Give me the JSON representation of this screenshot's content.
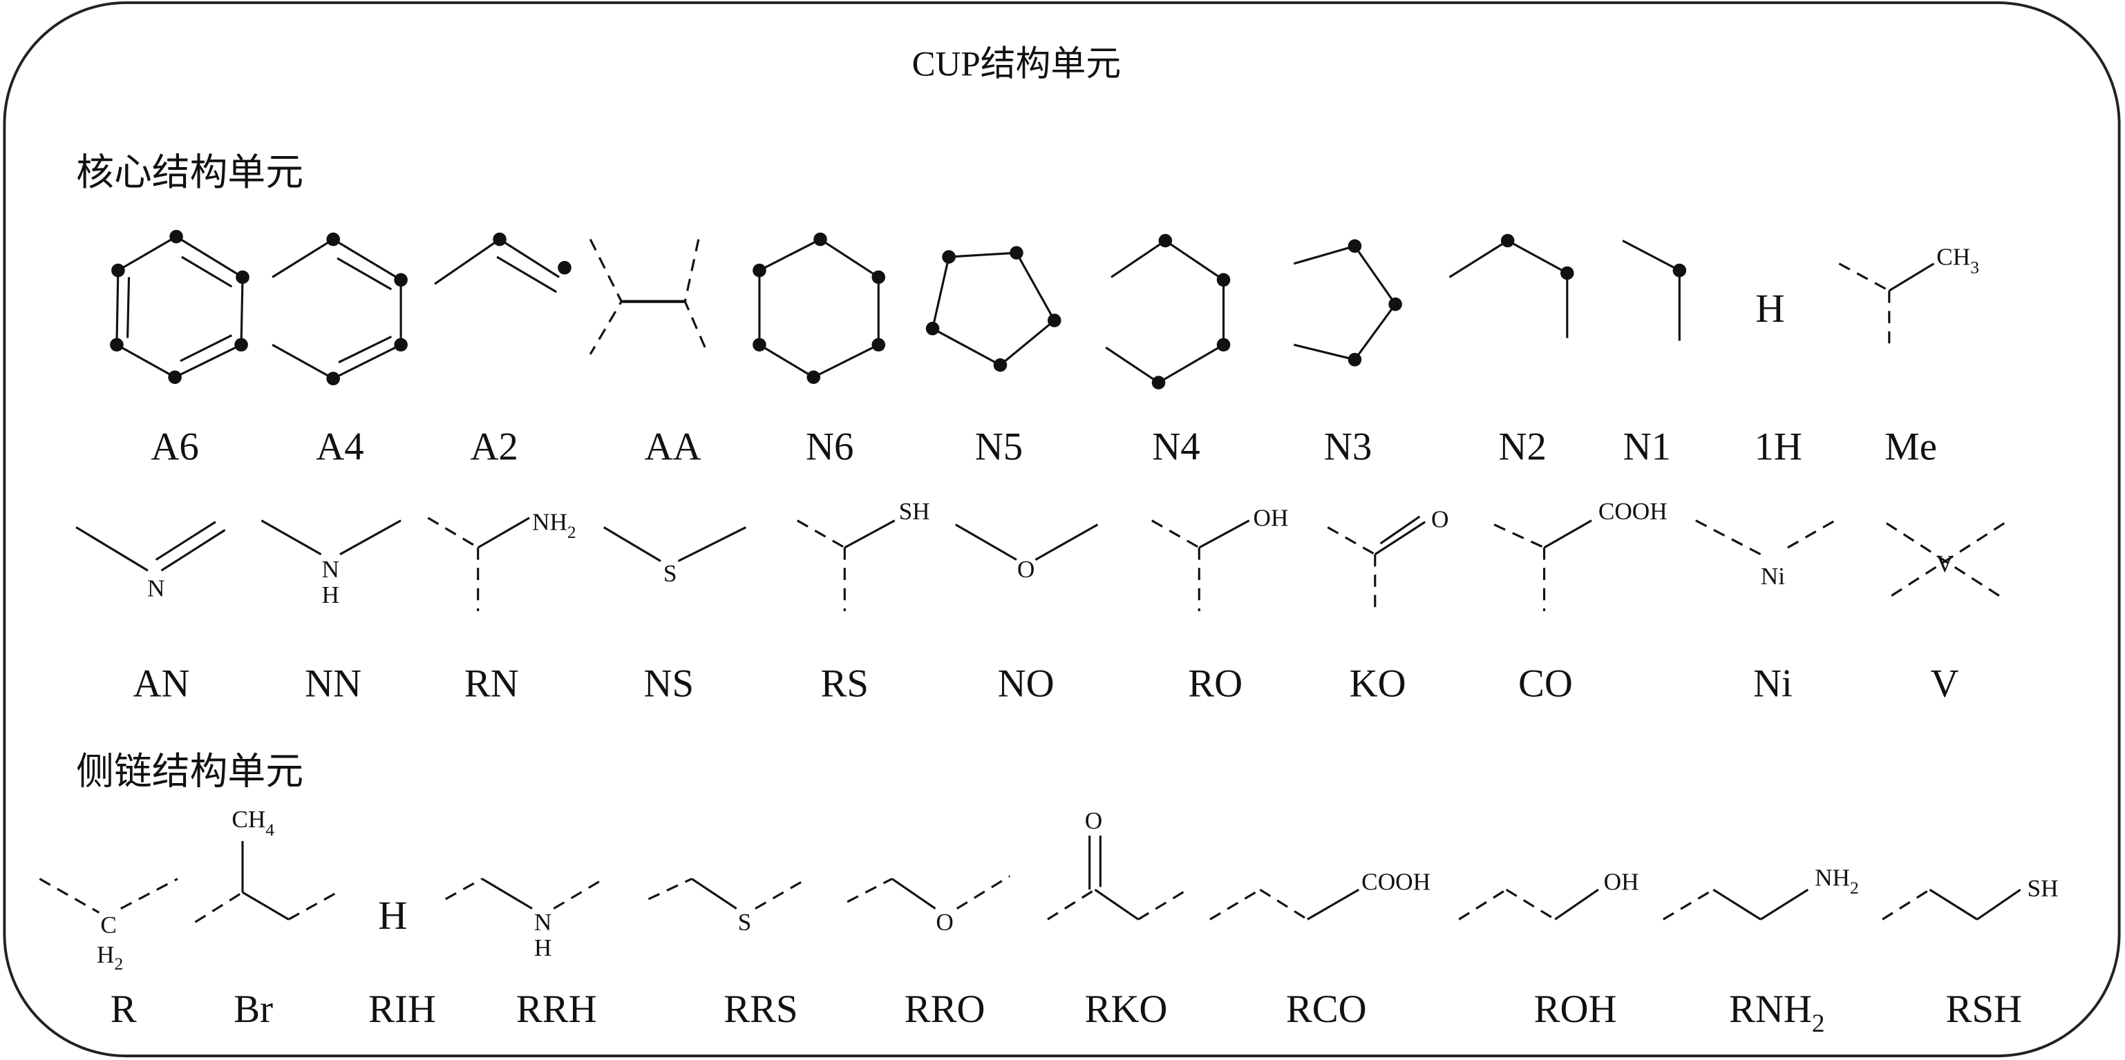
{
  "title": "CUP结构单元",
  "sections": {
    "core": "核心结构单元",
    "side": "侧链结构单元"
  },
  "core_row1": [
    "A6",
    "A4",
    "A2",
    "AA",
    "N6",
    "N5",
    "N4",
    "N3",
    "N2",
    "N1",
    "1H",
    "Me"
  ],
  "core_row2": [
    "AN",
    "NN",
    "RN",
    "NS",
    "RS",
    "NO",
    "RO",
    "KO",
    "CO",
    "Ni",
    "V"
  ],
  "side_row": [
    "R",
    "Br",
    "RIH",
    "RRH",
    "RRS",
    "RRO",
    "RKO",
    "RCO",
    "ROH",
    "RNH",
    "RSH"
  ],
  "side_row_sub": {
    "RNH": "2"
  },
  "atoms": {
    "H": "H",
    "CH": "CH",
    "sub3": "3",
    "sub4": "4",
    "sub2": "2",
    "N": "N",
    "NH": "NH",
    "S": "S",
    "SH": "SH",
    "O": "O",
    "OH": "OH",
    "COOH": "COOH",
    "Ni": "Ni",
    "V": "V",
    "C": "C"
  }
}
